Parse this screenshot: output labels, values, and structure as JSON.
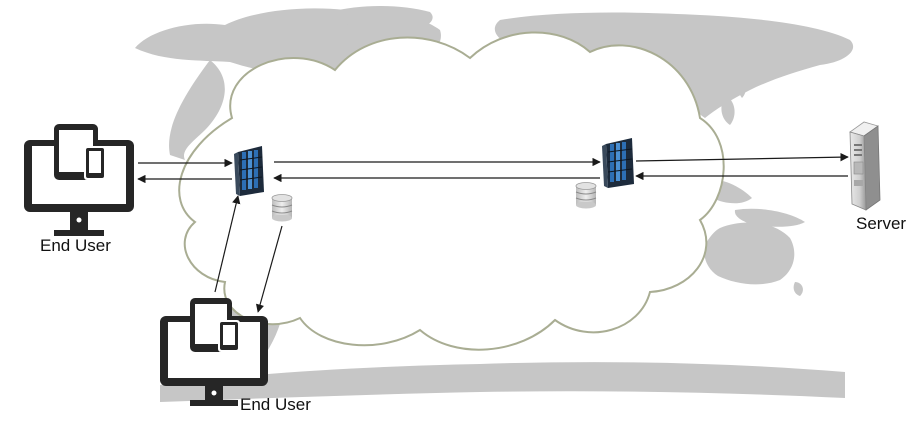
{
  "colors": {
    "map": "#c6c6c6",
    "cloud_fill": "#ffffff",
    "cloud_stroke": "#a9ad93",
    "device": "#262626",
    "arrow": "#1a1a1a",
    "server_blue": "#2d6fb5"
  },
  "labels": {
    "end_user_left": "End User",
    "end_user_bottom": "End User",
    "server": "Server"
  },
  "icons": {
    "end_user_device": "monitor-tablet-phone-icon",
    "edge_server": "server-rack-icon",
    "cache": "database-icon",
    "origin_server": "tower-server-icon"
  }
}
